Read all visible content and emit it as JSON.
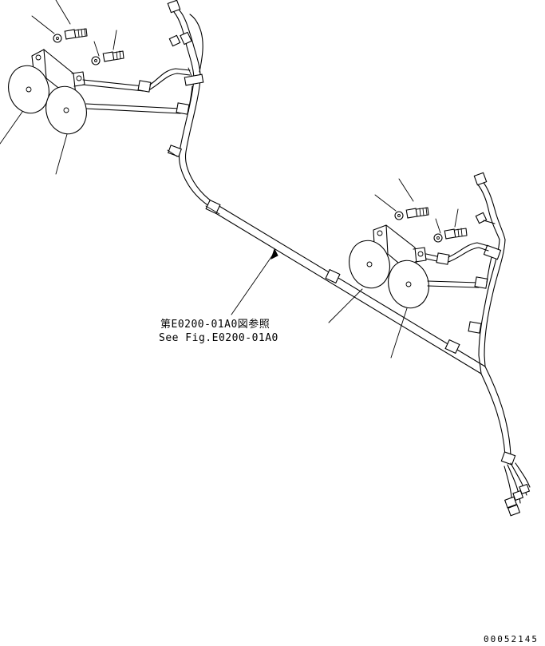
{
  "figure": {
    "reference_ja": "第E0200-01A0図参照",
    "reference_en": "See Fig.E0200-01A0",
    "drawing_code": "00052145"
  },
  "colors": {
    "line": "#000000",
    "background": "#ffffff"
  },
  "parts": {
    "left_group": [
      "horn",
      "horn",
      "bracket",
      "bolt",
      "washer",
      "bolt",
      "washer",
      "wire-harness"
    ],
    "right_group": [
      "horn",
      "horn",
      "bracket",
      "bolt",
      "washer",
      "bolt",
      "washer",
      "wire-harness"
    ]
  }
}
